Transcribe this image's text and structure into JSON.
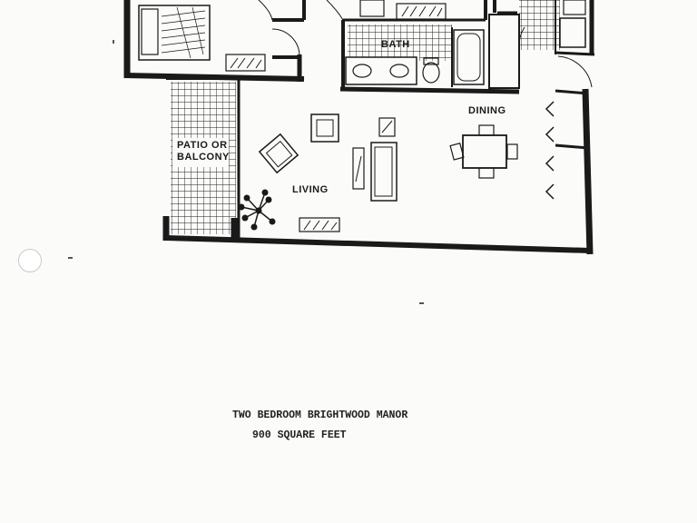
{
  "rooms": {
    "bath": "BATH",
    "dining": "DINING",
    "patio_line1": "PATIO OR",
    "patio_line2": "BALCONY",
    "living": "LIVING"
  },
  "caption": {
    "line1": "TWO BEDROOM BRIGHTWOOD MANOR",
    "line2": "900 SQUARE FEET"
  },
  "colors": {
    "ink": "#1a1a1a",
    "paper": "#fbfbf9"
  }
}
